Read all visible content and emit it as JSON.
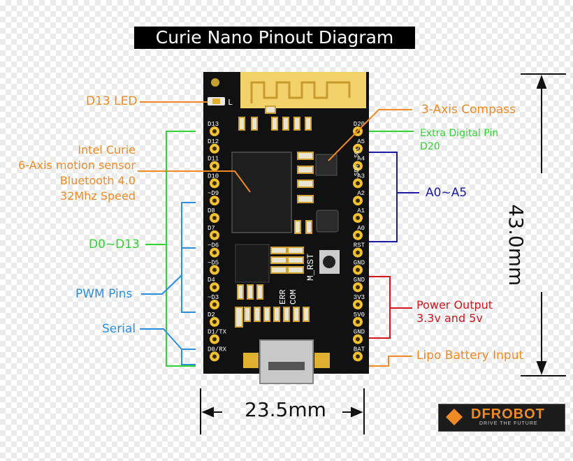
{
  "title": "Curie Nano Pinout Diagram",
  "labels": {
    "d13_led": "D13 LED",
    "intel_curie": [
      "Intel Curie",
      "6-Axis motion sensor",
      "Bluetooth 4.0",
      "32Mhz Speed"
    ],
    "d0_d13": "D0~D13",
    "pwm_pins": "PWM Pins",
    "serial": "Serial",
    "compass": "3-Axis Compass",
    "extra_digital": [
      "Extra Digital Pin",
      "D20"
    ],
    "a0_a5": "A0~A5",
    "power_output": [
      "Power Output",
      "3.3v and 5v"
    ],
    "lipo": "Lipo Battery Input"
  },
  "dimensions": {
    "width": "23.5mm",
    "height": "43.0mm"
  },
  "board": {
    "left_pins": [
      "D13",
      "D12",
      "D11",
      "D10",
      "~D9",
      "D8",
      "D7",
      "~D6",
      "~D5",
      "D4",
      "~D3",
      "D2",
      "D1/TX",
      "D0/RX"
    ],
    "right_pins": [
      "D20",
      "A5",
      "A4",
      "A3",
      "A2",
      "A1",
      "A0",
      "RST",
      "GND",
      "GND",
      "3V3",
      "5V0",
      "GND",
      "BAT"
    ],
    "led_mark": "L",
    "rst_button": "M_RST",
    "status_leds": [
      "ERR",
      "COM"
    ],
    "i2c_marks": [
      "SDA",
      "SCL"
    ]
  },
  "logo": {
    "brand": "DFROBOT",
    "tagline": "DRIVE THE FUTURE"
  },
  "colors": {
    "orange": "#f08a24",
    "green": "#2fd52f",
    "blue": "#2b8fe0",
    "navy": "#1a1aa8",
    "red": "#d8141c",
    "board": "#111111",
    "pad": "#f2c12e",
    "antenna": "#f2d36b"
  }
}
